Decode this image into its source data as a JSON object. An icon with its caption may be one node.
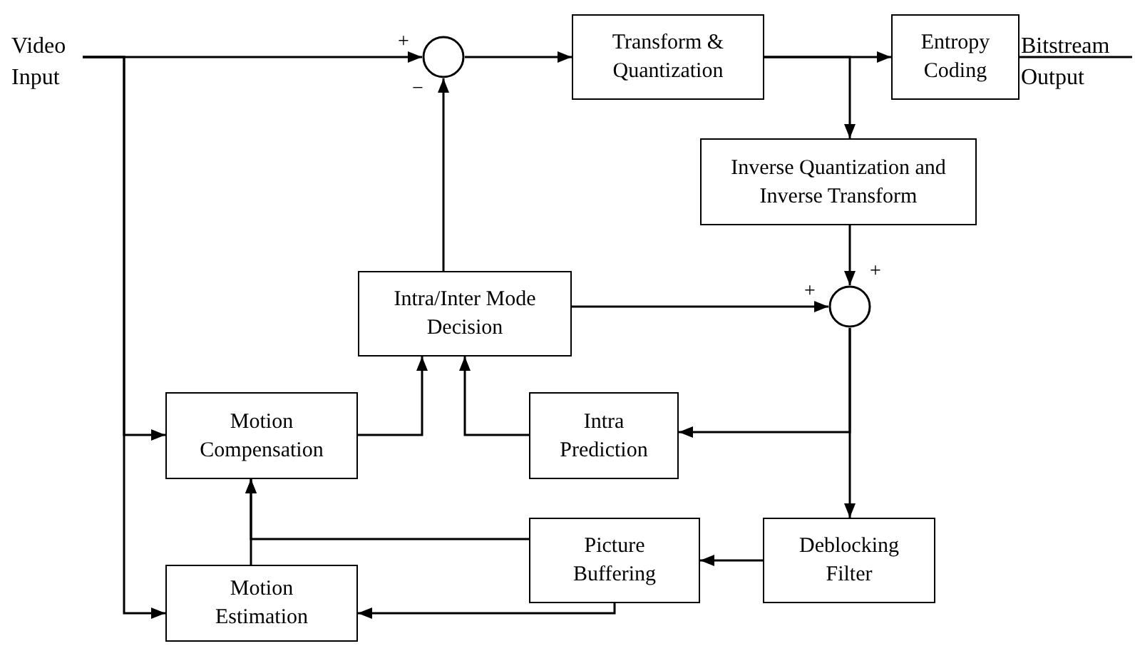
{
  "diagram": {
    "nodes": [
      {
        "text": [
          "Video",
          "Input"
        ]
      },
      {
        "text": [],
        "shape": "circle"
      },
      {
        "text": [
          "Transform & Quantization"
        ]
      },
      {
        "text": [
          "Entropy Coding"
        ]
      },
      {
        "text": [
          "Bitstream",
          "Output"
        ]
      },
      {
        "text": [
          "Inverse Quantization and Inverse Transform"
        ]
      },
      {
        "text": [],
        "shape": "circle"
      },
      {
        "text": [
          "Intra/Inter Mode Decision"
        ]
      },
      {
        "text": [
          "Motion Compensation"
        ]
      },
      {
        "text": [
          "Intra Prediction"
        ]
      },
      {
        "text": [
          "Deblocking Filter"
        ]
      },
      {
        "text": [
          "Picture Buffering"
        ]
      },
      {
        "text": [
          "Motion Estimation"
        ]
      }
    ],
    "edges": [
      {
        "from": 0,
        "to": 1,
        "arrow": "to",
        "label": "+"
      },
      {
        "from": 0,
        "to": 8,
        "arrow": "to"
      },
      {
        "from": 0,
        "to": 12,
        "arrow": "to"
      },
      {
        "from": 1,
        "to": 2,
        "arrow": "to"
      },
      {
        "from": 2,
        "to": 3,
        "arrow": "to"
      },
      {
        "from": 2,
        "to": 5,
        "arrow": "to"
      },
      {
        "from": 3,
        "to": 4,
        "arrow": "none"
      },
      {
        "from": 5,
        "to": 6,
        "arrow": "to",
        "label": "+"
      },
      {
        "from": 7,
        "to": 6,
        "arrow": "to",
        "label": "+"
      },
      {
        "from": 7,
        "to": 1,
        "arrow": "to",
        "label": "−"
      },
      {
        "from": 6,
        "to": 9,
        "arrow": "to"
      },
      {
        "from": 6,
        "to": 10,
        "arrow": "to"
      },
      {
        "from": 8,
        "to": 7,
        "arrow": "to"
      },
      {
        "from": 9,
        "to": 7,
        "arrow": "to"
      },
      {
        "from": 10,
        "to": 11,
        "arrow": "to"
      },
      {
        "from": 11,
        "to": 8,
        "arrow": "to"
      },
      {
        "from": 12,
        "to": 8,
        "arrow": "to"
      },
      {
        "from": 11,
        "to": 12,
        "arrow": "to"
      }
    ]
  }
}
